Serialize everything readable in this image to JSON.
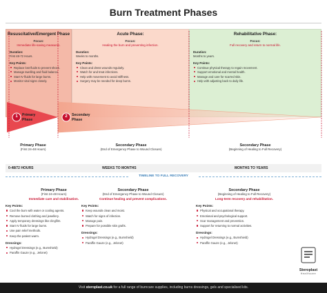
{
  "title": "Burn Treatment Phases",
  "top": {
    "resus": {
      "name": "Resuscitative/Emergent Phase",
      "focus_label": "Focus:",
      "focus": "Immediate life-saving measures.",
      "duration_label": "Duration:",
      "duration": "First 48-72 Hours.",
      "kp_label": "Key Points:",
      "points": [
        "Replace lost fluids to prevent shock.",
        "Manage swelling and fluid balance.",
        "Start IV fluids for large burns.",
        "Monitor vital signs closely."
      ]
    },
    "acute": {
      "name": "Acute Phase:",
      "focus_label": "Focus:",
      "focus": "Healing the burn and preventing infection.",
      "duration_label": "Duration:",
      "duration": "Weeks to months.",
      "kp_label": "Key Points:",
      "points": [
        "Clean and dress wounds regularly.",
        "Watch for and treat infections.",
        "Help with movement to avoid stiffness.",
        "Surgery may be needed for deep burns."
      ]
    },
    "rehab": {
      "name": "Rehabilitative Phase:",
      "focus_label": "Focus:",
      "focus": "Full recovery and return to normal life.",
      "duration_label": "Duration:",
      "duration": "Months to years.",
      "kp_label": "Key Points:",
      "points": [
        "Continue physical therapy to regain movement.",
        "Support emotional and mental health.",
        "Manage and care for scarred skin.",
        "Help with adjusting back to daily life."
      ]
    }
  },
  "markers": {
    "primary_num": "1",
    "primary_label": "Primary Phase",
    "secondary_num": "2",
    "secondary_label": "Secondary Phase"
  },
  "columns": {
    "c1_title": "Primary Phase",
    "c1_sub": "(First 24-48 Hours)",
    "c2_title": "Secondary Phase",
    "c2_sub": "(End of Emergency Phase to Wound Closure)",
    "c3_title": "Secondary Phase",
    "c3_sub": "(Beginning of Healing to Full Recovery)"
  },
  "timeline": {
    "t1": "0-48/72 HOURS",
    "t2": "WEEKS TO MONTHS",
    "t3": "MONTHS TO YEARS",
    "label": "TIMELINE TO FULL RECOVERY"
  },
  "bottom": {
    "b1": {
      "title": "Primary Phase",
      "sub": "(First 24-48 Hours)",
      "focus": "Immediate care and stabilisation.",
      "kp_label": "Key Points:",
      "points": [
        "Cool the burn with water or cooling agents.",
        "Remove burned clothing and jewellery.",
        "Apply temporary dressings like clingfilm.",
        "Start IV fluids for large burns.",
        "Use pain relief methods.",
        "Keep the patient warm."
      ],
      "dress_label": "Dressings:",
      "dressings": [
        "Hydrogel Dressings (e.g., Burnshield)",
        "Paraffin Gauze (e.g., Jelonet)"
      ]
    },
    "b2": {
      "title": "Secondary Phase",
      "sub": "(End of Emergency Phase to Wound Closure)",
      "focus": "Continue healing and prevent complications.",
      "kp_label": "Key Points:",
      "points": [
        "Keep wounds clean and moist.",
        "Watch for signs of infection.",
        "Manage pain.",
        "Prepare for possible skin grafts."
      ],
      "dress_label": "Dressings:",
      "dressings": [
        "Hydrogel Dressings (e.g., Burnshield)",
        "Paraffin Gauze (e.g., Jelonet)"
      ]
    },
    "b3": {
      "title": "Secondary Phase",
      "sub": "(Beginning of Healing to Full Recovery)",
      "focus": "Long-term recovery and rehabilitation.",
      "kp_label": "Key Points:",
      "points": [
        "Physical and occupational therapy.",
        "Emotional and psychological support.",
        "Scar management and prevention.",
        "Support for returning to normal activities."
      ],
      "dress_label": "Dressings:",
      "dressings": [
        "Hydrogel Dressings (e.g., Burnshield)",
        "Paraffin Gauze (e.g., Jelonet)"
      ]
    }
  },
  "logo": {
    "name": "Steroplast",
    "tag": "Healthcare"
  },
  "footer": {
    "pre": "Visit",
    "link": "steroplast.co.uk",
    "post": "for a full range of burncare supplies, including burns dressings, gels and specialised kits."
  },
  "colors": {
    "red": "#c8102e",
    "peach": "#f6c7b6",
    "green": "#d9ecd0",
    "dark": "#1a1a1a"
  }
}
